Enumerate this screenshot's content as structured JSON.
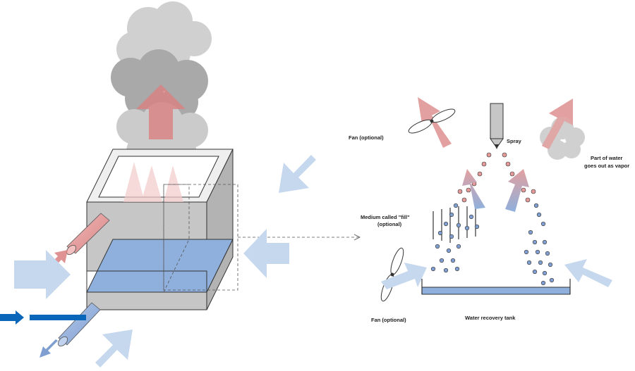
{
  "labels": {
    "spray": "Spray",
    "fan_top": "Fan (optional)",
    "vapor_line1": "Part of water",
    "vapor_line2": "goes out as vapor",
    "fill_line1": "Medium called \"fill\"",
    "fill_line2": "(optional)",
    "fan_bottom": "Fan (optional)",
    "tank": "Water recovery tank"
  },
  "colors": {
    "hot_arrow": "#e3a0a0",
    "cool_arrow": "#a9c4e4",
    "air_arrow": "#c6d8ee",
    "cloud": "#cfcfcf",
    "cloud_dark": "#a8a8a8",
    "box_face": "#c8c8c8",
    "box_side": "#b4b4b4",
    "water": "#8fb0dc",
    "pipe_inlet": "#0a66b8",
    "droplet_red": "#e59a9a",
    "droplet_blue": "#7f9fd0"
  }
}
